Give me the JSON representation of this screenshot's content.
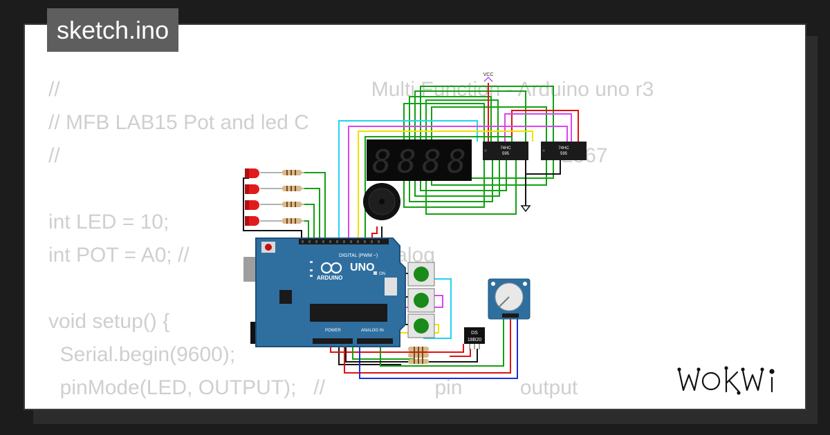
{
  "title_tab": {
    "label": "sketch.ino"
  },
  "code_lines": [
    "//                                                      Multi Function - Arduino uno r3",
    "// MFB LAB15 Pot and led C",
    "//                                                                                       2567",
    "",
    "int LED = 10;",
    "int POT = A0; //                          pin analog",
    "",
    "void setup() {",
    "  Serial.begin(9600);",
    "  pinMode(LED, OUTPUT);   //                   pin          output",
    "}"
  ],
  "logo": {
    "text": "WOKWi"
  },
  "board": {
    "model": "UNO",
    "brand": "ARDUINO",
    "digital_label": "DIGITAL (PWM ~)",
    "on_label": "ON",
    "analog_label": "ANALOG IN",
    "power_label": "POWER"
  },
  "chips": {
    "label_top": "74HC",
    "label_bottom": "595"
  },
  "sensor": {
    "label_top": "DS",
    "label_bottom": "18B20"
  },
  "power_label": "VCC",
  "display": {
    "digits": [
      "8",
      "8",
      "8",
      "8"
    ]
  },
  "colors": {
    "board": "#2f6fa0",
    "board_edge": "#1e4f77",
    "wire_green": "#12a012",
    "wire_red": "#e01010",
    "wire_cyan": "#22d3ee",
    "wire_magenta": "#d946ef",
    "wire_yellow": "#f2e000",
    "wire_black": "#111111",
    "wire_blue": "#1d2fd9",
    "wire_purple": "#a855f7",
    "led_red": "#e11b1b",
    "button_green": "#1a8a1a"
  }
}
